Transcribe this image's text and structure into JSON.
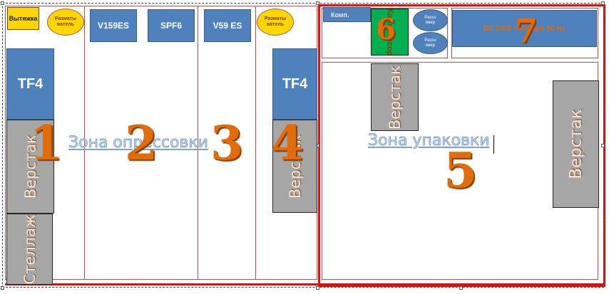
{
  "zones": {
    "crimping_label": "Зона опрессовки",
    "packing_label": "Зона упаковки"
  },
  "numbers": {
    "n1": "1",
    "n2": "2",
    "n3": "3",
    "n4": "4",
    "n5": "5",
    "n6": "6",
    "n7": "7"
  },
  "equipment": {
    "vytyazhka": "Вытяжка",
    "razmatyvatel": "Разматыватель",
    "v159es": "V159ES",
    "spf6": "SPF6",
    "v59es": "V59 ES",
    "tf4": "TF4",
    "verstak": "Верстак",
    "stellazh": "Стеллаж",
    "komp": "Комп.",
    "kompressor": "Компрессор",
    "rassheiver": "Рассн ивер",
    "power_box": "ВС 2000 400V 3ph 50 Hz"
  },
  "colors": {
    "frame_red": "#e01010",
    "line_red": "#c0504d",
    "block_blue": "#4f81bd",
    "block_gray": "#a6a6a6",
    "ellipse_yellow": "#ffd700",
    "compressor_green": "#00b050",
    "number_orange": "#e26b0a"
  },
  "icons": {
    "selection_handle": "square-handle-icon",
    "text_cursor": "text-cursor-icon"
  }
}
